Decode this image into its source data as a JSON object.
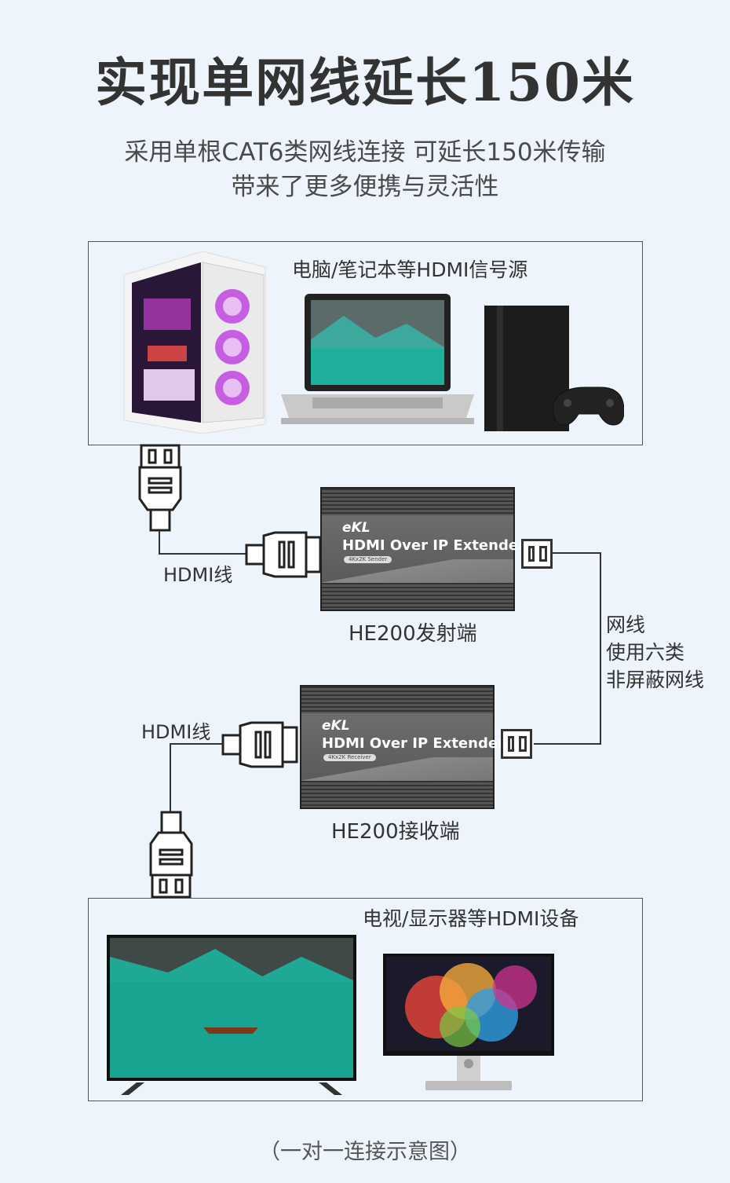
{
  "title": "实现单网线延长150米",
  "subtitle_line1": "采用单根CAT6类网线连接   可延长150米传输",
  "subtitle_line2": "带来了更多便携与灵活性",
  "source_box": {
    "label": "电脑/笔记本等HDMI信号源",
    "devices": [
      "pc-tower",
      "laptop",
      "game-console"
    ]
  },
  "cable_labels": {
    "hdmi_top": "HDMI线",
    "hdmi_bottom": "HDMI线",
    "network_line1": "网线",
    "network_line2": "使用六类",
    "network_line3": "非屏蔽网线"
  },
  "sender": {
    "brand": "eKL",
    "product": "HDMI Over IP Extender",
    "pill": "4Kx2K    Sender",
    "label": "HE200发射端"
  },
  "receiver": {
    "brand": "eKL",
    "product": "HDMI Over IP Extender",
    "pill": "4Kx2K    Receiver",
    "label": "HE200接收端"
  },
  "display_box": {
    "label": "电视/显示器等HDMI设备",
    "devices": [
      "tv",
      "monitor"
    ]
  },
  "caption": "（一对一连接示意图）"
}
